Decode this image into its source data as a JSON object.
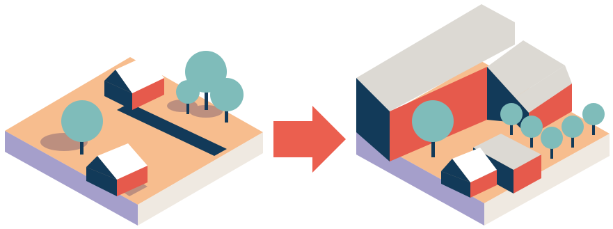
{
  "scene": {
    "left_block": {
      "houses": 2,
      "trees": 4,
      "has_road": true
    },
    "arrow": {
      "direction": "right"
    },
    "right_block": {
      "large_buildings": 2,
      "houses": 1,
      "trees": 6
    }
  },
  "colors": {
    "ground_top": "#f7bd8e",
    "ground_side_light": "#efe9e1",
    "ground_side_dark": "#a59fcb",
    "navy": "#123a59",
    "red": "#e65a4c",
    "white": "#ffffff",
    "roof_shade": "#dcd9d3",
    "tree": "#7fbcba",
    "shadow": "#bc8f7f",
    "arrow": "#eb5f4f"
  }
}
